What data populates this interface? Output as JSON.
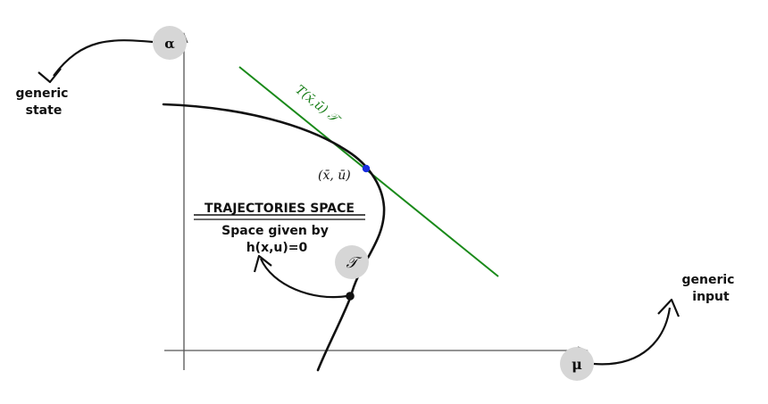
{
  "axes": {
    "y_label": "α",
    "x_label": "μ"
  },
  "annotations": {
    "state_label_line1": "generic",
    "state_label_line2": "state",
    "input_label_line1": "generic",
    "input_label_line2": "input",
    "trajectory_set_symbol": "𝒯",
    "tangent_label": "T(x̄,ū) 𝒯",
    "point_label": "(x̄, ū)",
    "box_title": "TRAJECTORIES SPACE",
    "box_line1": "Space given by",
    "box_line2": "h(x,u)=0"
  },
  "colors": {
    "curve": "#111111",
    "tangent": "#1a8a1a",
    "point": "#1a2ee0",
    "badge": "#d6d6d6",
    "axis": "#555555"
  }
}
